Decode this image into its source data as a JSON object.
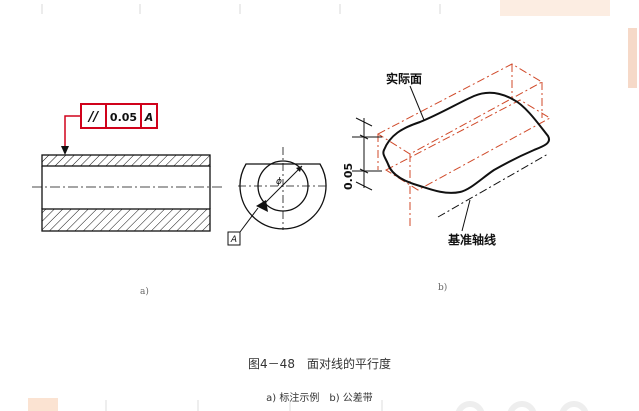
{
  "diagram": {
    "figure_a": {
      "tolerance_frame": {
        "symbol": "//",
        "value": "0.05",
        "datum": "A"
      },
      "datum_label": "A",
      "sublabel": "a)"
    },
    "figure_b": {
      "actual_surface_label": "实际面",
      "zone_width_label": "0.05",
      "datum_axis_label": "基准轴线",
      "sublabel": "b)"
    },
    "caption": {
      "title": "图4－48　面对线的平行度",
      "subtitle": "a) 标注示例　b) 公差带"
    },
    "colors": {
      "frame": "#d0021b",
      "dash": "#d04a2a",
      "ink": "#111111"
    }
  }
}
